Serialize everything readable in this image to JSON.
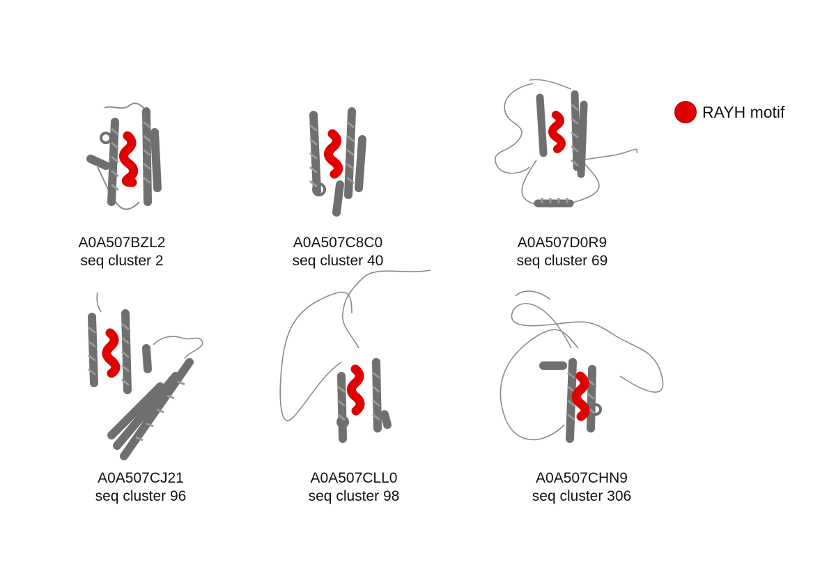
{
  "legend": {
    "label": "RAYH motif",
    "color": "#e00000"
  },
  "structure_color": "#7a7a7a",
  "motif_color": "#e00000",
  "panels": [
    {
      "id": "A0A507BZL2",
      "cluster": "seq cluster 2"
    },
    {
      "id": "A0A507C8C0",
      "cluster": "seq cluster 40"
    },
    {
      "id": "A0A507D0R9",
      "cluster": "seq cluster 69"
    },
    {
      "id": "A0A507CJ21",
      "cluster": "seq cluster 96"
    },
    {
      "id": "A0A507CLL0",
      "cluster": "seq cluster 98"
    },
    {
      "id": "A0A507CHN9",
      "cluster": "seq cluster 306"
    }
  ]
}
